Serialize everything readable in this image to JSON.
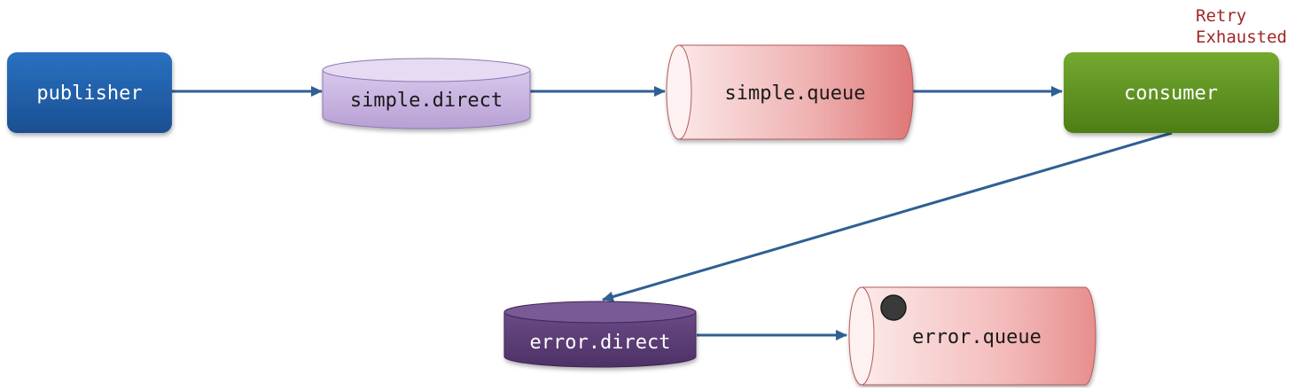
{
  "diagram": {
    "nodes": {
      "publisher": {
        "label": "publisher",
        "shape": "rounded-rectangle",
        "role": "producer",
        "color": "#1f5fa8"
      },
      "simple_direct": {
        "label": "simple.direct",
        "shape": "exchange-cylinder",
        "role": "exchange",
        "color": "#c9b6e0"
      },
      "simple_queue": {
        "label": "simple.queue",
        "shape": "queue-cylinder",
        "role": "queue",
        "color": "#ea8a8a"
      },
      "consumer": {
        "label": "consumer",
        "shape": "rounded-rectangle",
        "role": "consumer",
        "color": "#5e9322"
      },
      "error_direct": {
        "label": "error.direct",
        "shape": "exchange-cylinder",
        "role": "exchange",
        "color": "#5b3d75"
      },
      "error_queue": {
        "label": "error.queue",
        "shape": "queue-cylinder",
        "role": "queue",
        "color": "#ee9a9a"
      }
    },
    "edges": [
      {
        "from": "publisher",
        "to": "simple_direct"
      },
      {
        "from": "simple_direct",
        "to": "simple_queue"
      },
      {
        "from": "simple_queue",
        "to": "consumer"
      },
      {
        "from": "consumer",
        "to": "error_direct"
      },
      {
        "from": "error_direct",
        "to": "error_queue"
      }
    ],
    "annotation": {
      "lines": [
        "Retry",
        "Exhausted"
      ],
      "color": "#a12626"
    },
    "message_marker": {
      "in": "error_queue",
      "color": "#3a3a3a"
    },
    "edge_color": "#2f5f93"
  }
}
